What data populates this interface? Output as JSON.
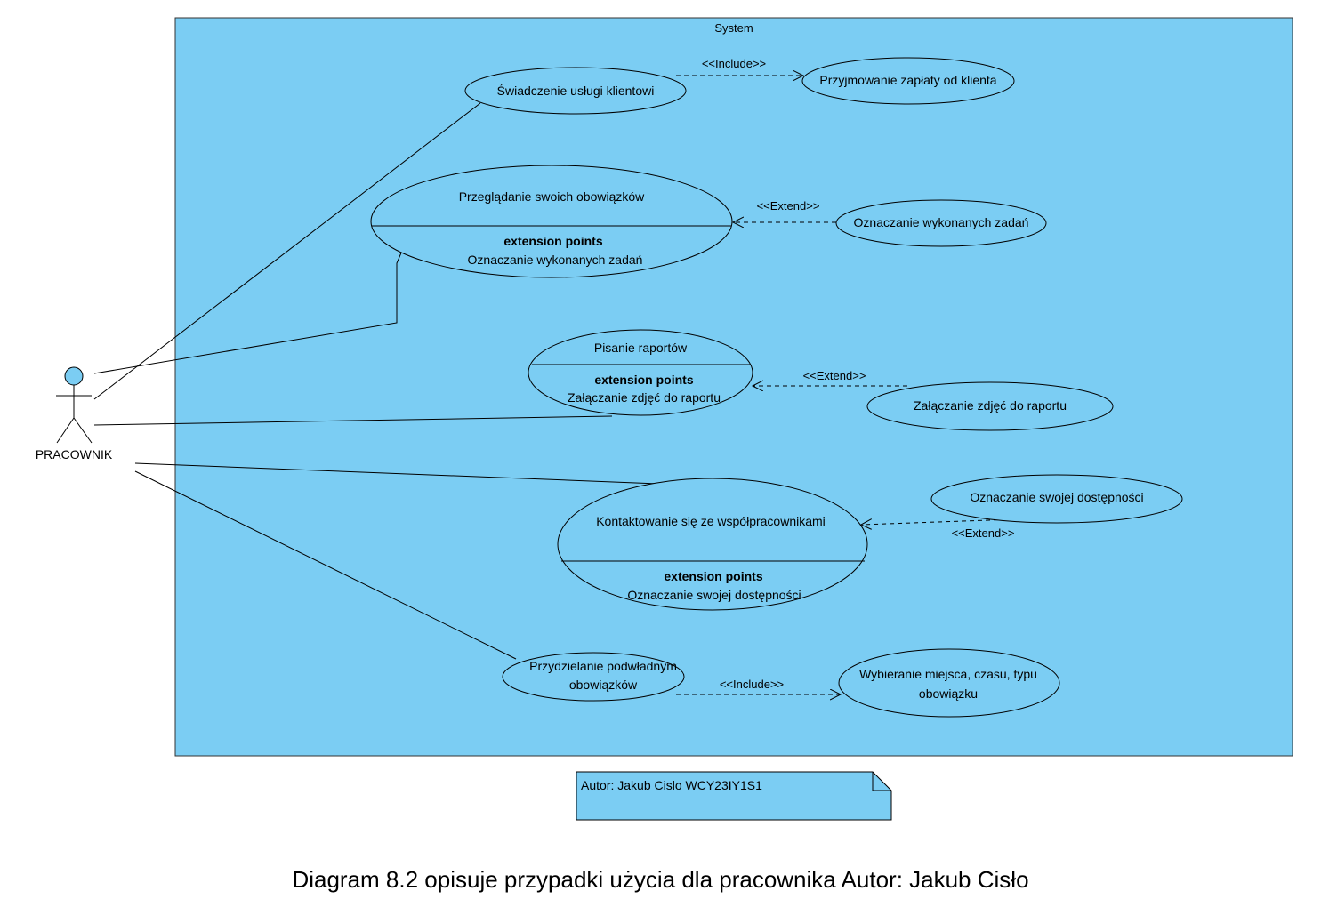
{
  "system": {
    "title": "System",
    "fill": "#7BCDF3"
  },
  "actor": {
    "name": "PRACOWNIK"
  },
  "use_cases": {
    "swiadczenie": {
      "name": "Świadczenie usługi klientowi"
    },
    "przyjmowanie": {
      "name": "Przyjmowanie zapłaty od klienta"
    },
    "przegladanie": {
      "name": "Przeglądanie swoich obowiązków",
      "ext_heading": "extension points",
      "ext_point": "Oznaczanie wykonanych zadań"
    },
    "oznaczanie_zadan": {
      "name": "Oznaczanie wykonanych zadań"
    },
    "pisanie": {
      "name": "Pisanie raportów",
      "ext_heading": "extension points",
      "ext_point": "Załączanie zdjęć do raportu"
    },
    "zalaczanie": {
      "name": "Załączanie zdjęć do raportu"
    },
    "kontaktowanie": {
      "name": "Kontaktowanie się ze współpracownikami",
      "ext_heading": "extension points",
      "ext_point": "Oznaczanie swojej dostępności"
    },
    "dostepnosc": {
      "name": "Oznaczanie swojej dostępności"
    },
    "przydzielanie": {
      "line1": "Przydzielanie podwładnym",
      "line2": "obowiązków"
    },
    "wybieranie": {
      "line1": "Wybieranie miejsca, czasu, typu",
      "line2": "obowiązku"
    }
  },
  "relations": {
    "include_1": "<<Include>>",
    "extend_1": "<<Extend>>",
    "extend_2": "<<Extend>>",
    "extend_3": "<<Extend>>",
    "include_2": "<<Include>>"
  },
  "note": {
    "text": "Autor: Jakub Cislo WCY23IY1S1"
  },
  "caption": "Diagram 8.2 opisuje przypadki użycia dla pracownika Autor: Jakub Cisło"
}
